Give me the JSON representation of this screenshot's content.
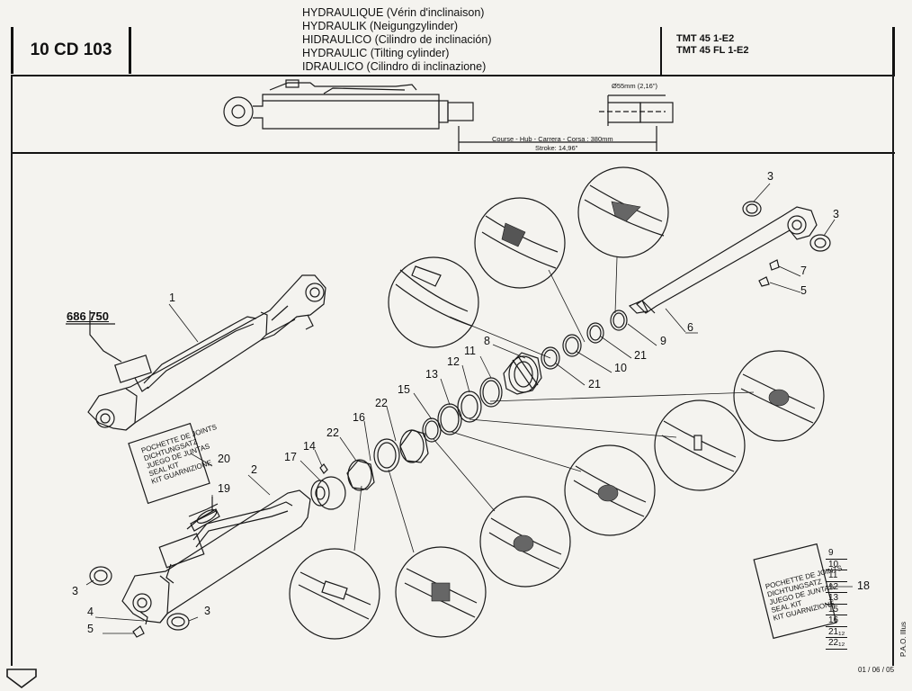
{
  "header": {
    "code": "10 CD 103",
    "titles": [
      "HYDRAULIQUE (Vérin d'inclinaison)",
      "HYDRAULIK (Neigungzylinder)",
      "HIDRAULICO (Cilindro de inclinación)",
      "HYDRAULIC (Tilting cylinder)",
      "IDRAULICO (Cilindro di inclinazione)"
    ],
    "models": [
      "TMT 45 1-E2",
      "TMT 45 FL 1-E2"
    ]
  },
  "dimensions": {
    "rod_diameter": "Ø55mm (2,16\")",
    "stroke": "Course - Hub - Carrera - Corsa : 380mm",
    "stroke_imperial": "Stroke: 14,96\""
  },
  "part_code": "686 750",
  "seal_kit_label": [
    "POCHETTE DE JOINTS",
    "DICHTUNGSATZ",
    "JUEGO DE JUNTAS",
    "SEAL KIT",
    "KIT GUARNIZIONE"
  ],
  "callouts": {
    "c3a": "3",
    "c3b": "3",
    "c7": "7",
    "c5a": "5",
    "c6": "6",
    "c1": "1",
    "c9": "9",
    "c21a": "21",
    "c10": "10",
    "c21b": "21",
    "c8": "8",
    "c11": "11",
    "c12": "12",
    "c13": "13",
    "c15": "15",
    "c22a": "22",
    "c16": "16",
    "c22b": "22",
    "c14": "14",
    "c17": "17",
    "c20": "20",
    "c2": "2",
    "c19": "19",
    "c3c": "3",
    "c4": "4",
    "c5b": "5",
    "c3d": "3",
    "c18": "18"
  },
  "kit_list": [
    "9",
    "10",
    "11",
    "12",
    "13",
    "15",
    "16",
    "21₁₂",
    "22₁₂"
  ],
  "footer": {
    "date": "01 / 06 / 05",
    "vertical": "P.A.O. Illus"
  }
}
